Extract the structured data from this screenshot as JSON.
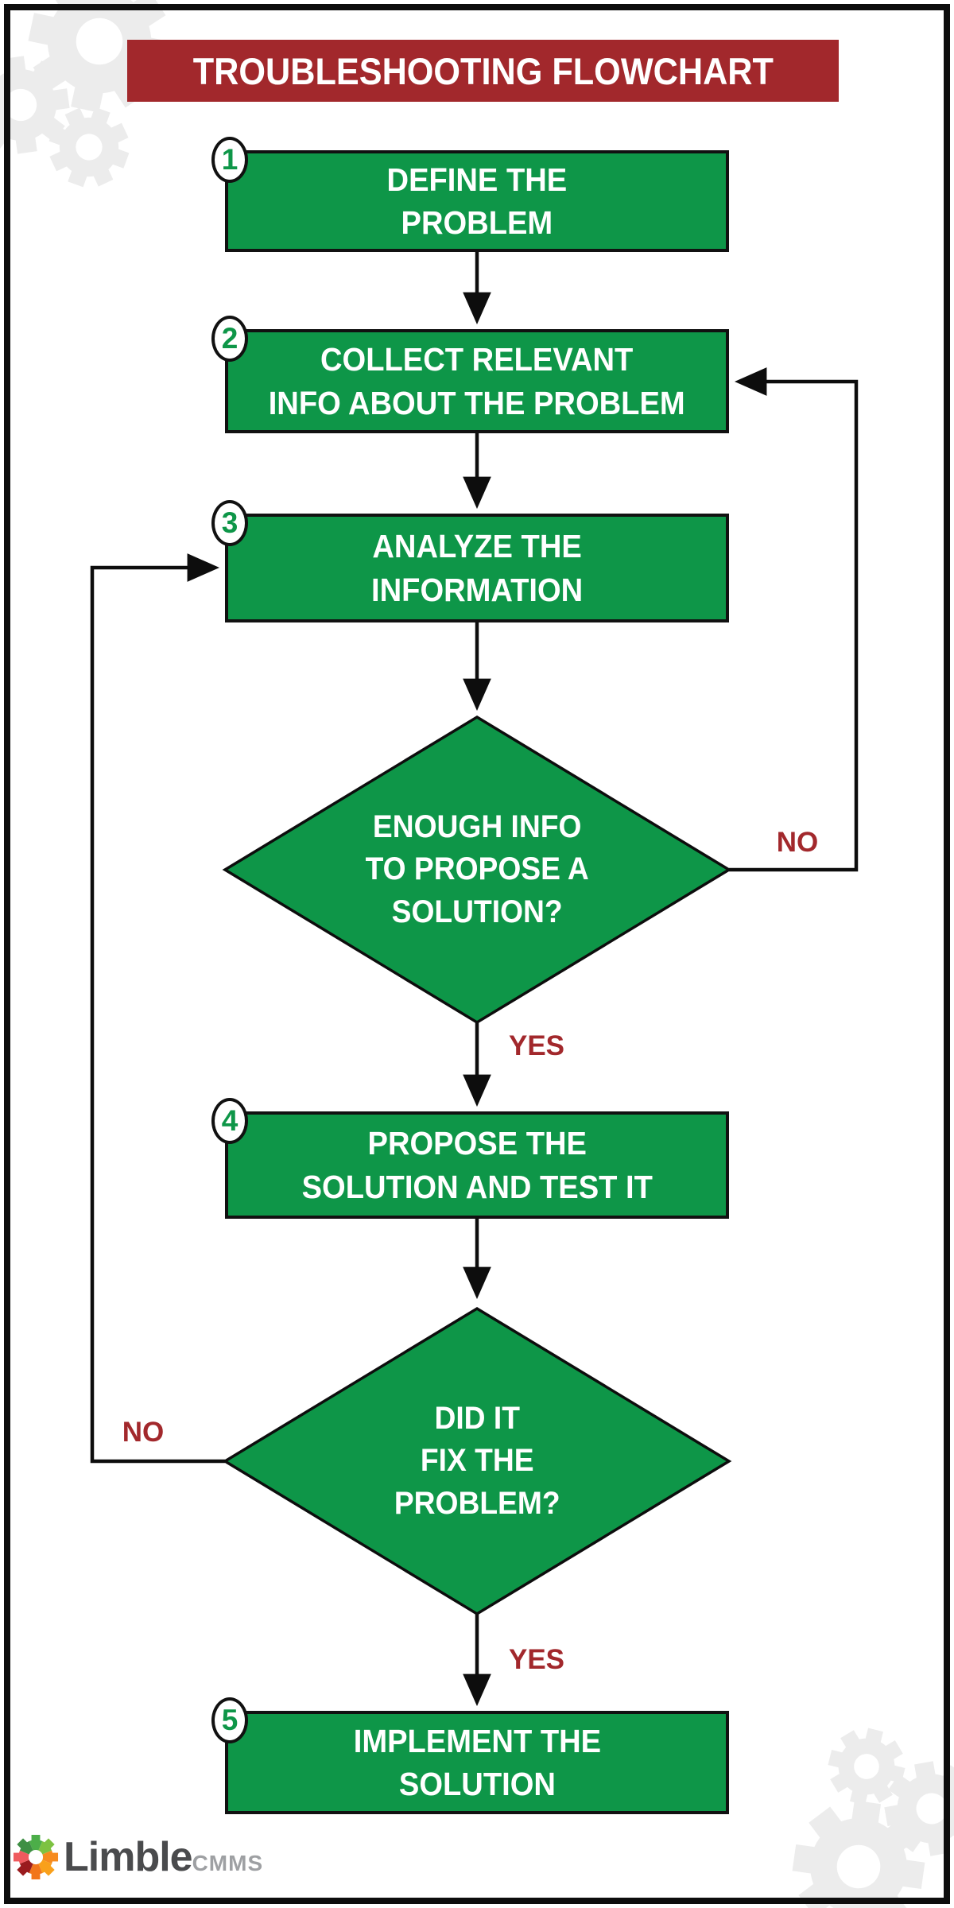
{
  "title": "TROUBLESHOOTING FLOWCHART",
  "steps": [
    {
      "num": "1",
      "label": "DEFINE THE\nPROBLEM"
    },
    {
      "num": "2",
      "label": "COLLECT RELEVANT\nINFO ABOUT THE PROBLEM"
    },
    {
      "num": "3",
      "label": "ANALYZE THE\nINFORMATION"
    },
    {
      "num": "4",
      "label": "PROPOSE THE\nSOLUTION AND TEST IT"
    },
    {
      "num": "5",
      "label": "IMPLEMENT THE\nSOLUTION"
    }
  ],
  "decisions": [
    {
      "label": "ENOUGH INFO\nTO PROPOSE A\nSOLUTION?",
      "yes": "YES",
      "no": "NO"
    },
    {
      "label": "DID IT\nFIX THE\nPROBLEM?",
      "yes": "YES",
      "no": "NO"
    }
  ],
  "logo": {
    "name": "Limble",
    "suffix": "CMMS"
  },
  "icons": {
    "logo_gear": "limble-pinwheel-gear-icon",
    "watermarks": "gear-watermark-icon"
  },
  "colors": {
    "green": "#0E9648",
    "red": "#A2282C",
    "ink": "#111111",
    "watermark": "#ECECEC",
    "logo_gray": "#4A4B4D",
    "logo_light": "#9EA0A3"
  }
}
